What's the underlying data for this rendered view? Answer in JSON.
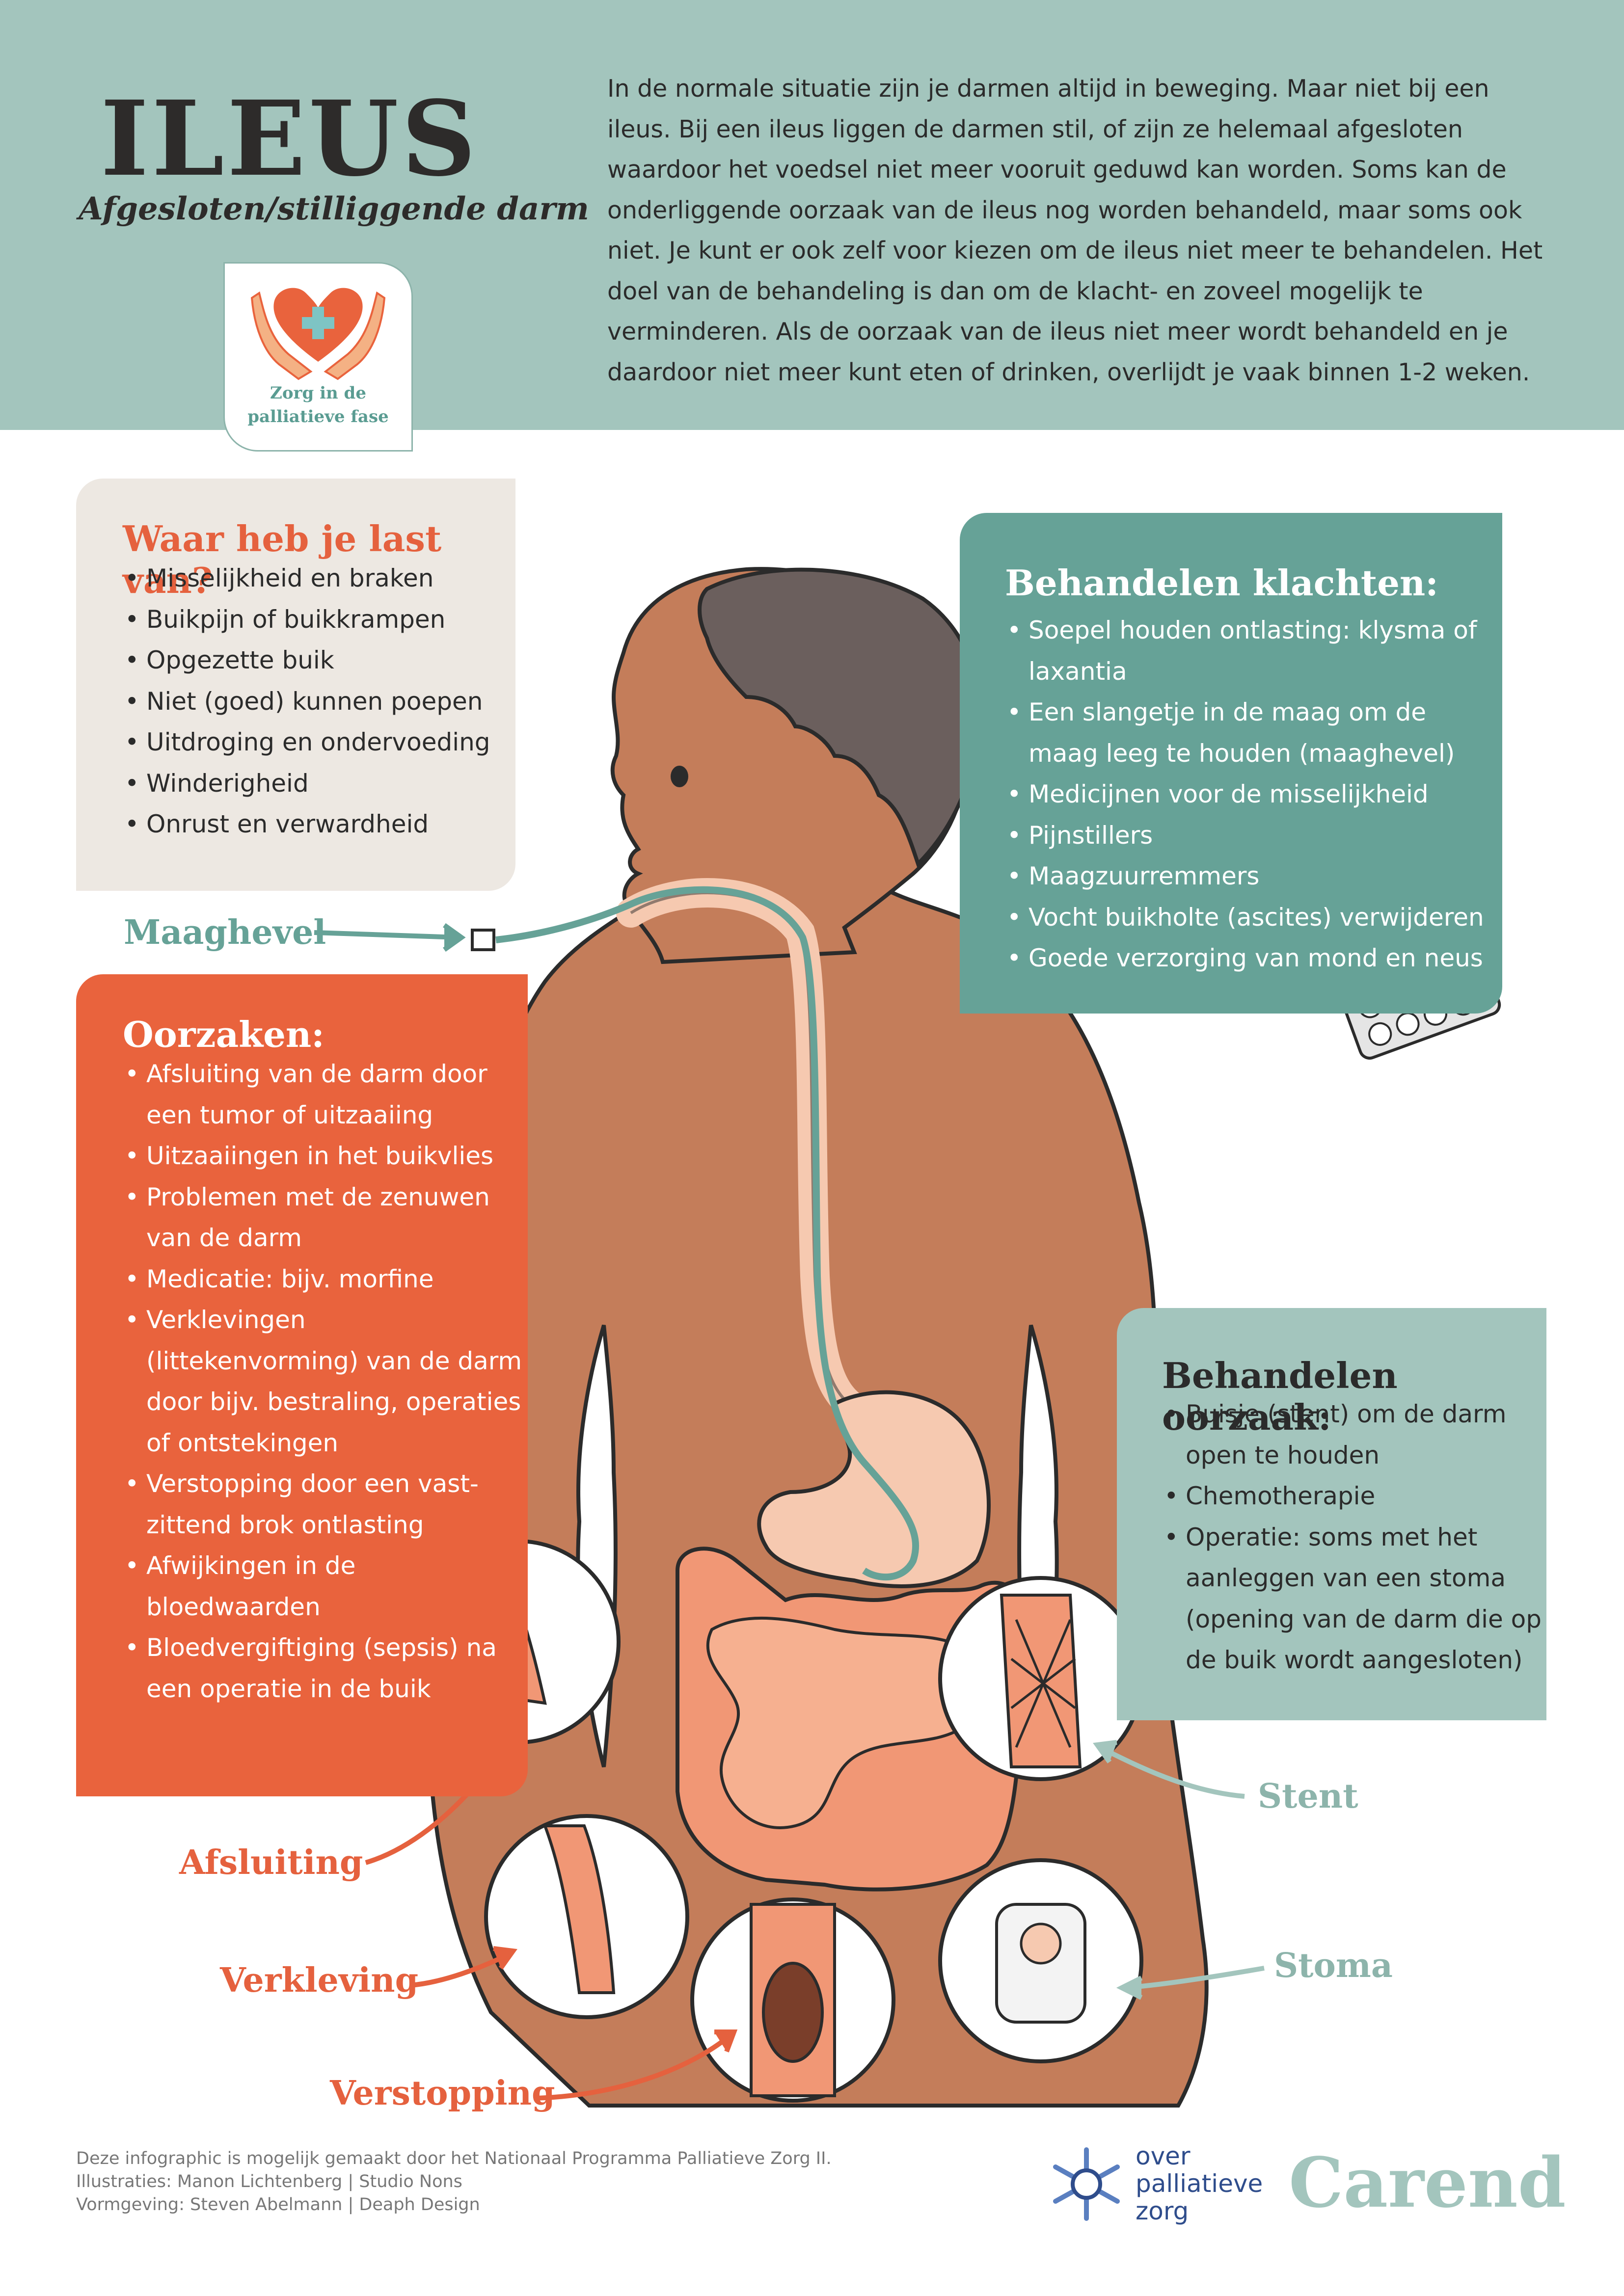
{
  "header": {
    "title": "ILEUS",
    "subtitle": "Afgesloten/stilliggende darm",
    "logo_text_line1": "Zorg in de",
    "logo_text_line2": "palliatieve fase",
    "intro": "In de normale situatie zijn je darmen altijd in beweging. Maar niet bij een ileus. Bij een ileus liggen de darmen stil, of zijn ze helemaal afgesloten waardoor het voedsel niet meer vooruit geduwd kan worden. Soms kan de onderliggende oorzaak van de ileus nog worden behandeld, maar soms ook niet. Je kunt er ook zelf voor kiezen om de ileus niet meer te behandelen. Het doel van de behandeling is dan om de klacht- en zoveel mogelijk te verminderen. Als de oorzaak van de ileus niet meer wordt behandeld en je daardoor niet meer kunt eten of drinken, overlijdt je vaak binnen 1-2 weken."
  },
  "symptoms": {
    "title": "Waar heb je last van?",
    "items": [
      "Misselijkheid en braken",
      "Buikpijn of buikkrampen",
      "Opgezette buik",
      "Niet (goed) kunnen poepen",
      "Uitdroging en ondervoeding",
      "Winderigheid",
      "Onrust en verwardheid"
    ]
  },
  "causes": {
    "title": "Oorzaken:",
    "items": [
      "Afsluiting van de darm door een tumor of uitzaaiing",
      "Uitzaaiingen in het buikvlies",
      "Problemen met de zenuwen van de darm",
      "Medicatie: bijv. morfine",
      "Verklevingen (littekenvorming) van de darm door bijv. bestraling, operaties of ontstekingen",
      "Verstopping door een vast-zittend brok ontlasting",
      "Afwijkingen in de bloedwaarden",
      "Bloedvergiftiging (sepsis) na een operatie in de buik"
    ]
  },
  "complaints_treatment": {
    "title": "Behandelen klachten:",
    "items": [
      "Soepel houden ontlasting: klysma of laxantia",
      "Een slangetje in de maag om de maag leeg te houden (maaghevel)",
      "Medicijnen voor de misselijkheid",
      "Pijnstillers",
      "Maagzuurremmers",
      "Vocht buikholte (ascites) verwijderen",
      "Goede verzorging van mond en neus"
    ]
  },
  "cause_treatment": {
    "title": "Behandelen oorzaak:",
    "items": [
      "Buisje (stent) om de darm open te houden",
      "Chemotherapie",
      "Operatie: soms met het aanleggen van een stoma (opening van de darm die op de buik wordt aangesloten)"
    ]
  },
  "labels": {
    "maaghevel": "Maaghevel",
    "afsluiting": "Afsluiting",
    "verkleving": "Verkleving",
    "verstopping": "Verstopping",
    "stent": "Stent",
    "stoma": "Stoma"
  },
  "credits": {
    "line1": "Deze infographic is mogelijk gemaakt door het Nationaal Programma Palliatieve Zorg II.",
    "line2": "Illustraties: Manon Lichtenberg | Studio Nons",
    "line3": "Vormgeving: Steven Abelmann | Deaph Design"
  },
  "logos": {
    "nppz_line1": "over",
    "nppz_line2": "palliatieve",
    "nppz_line3": "zorg",
    "carend": "Carend"
  },
  "colors": {
    "header_bg": "#a3c5bd",
    "orange": "#e9633d",
    "teal": "#66a297",
    "light_teal": "#a3c5bd",
    "beige": "#ede8e2",
    "skin": "#c47d5a",
    "hair": "#6b5f5d",
    "stomach": "#f6c9b0"
  },
  "icons": [
    "heart-hands-icon",
    "nppz-star-icon",
    "pill-blister-icon"
  ]
}
